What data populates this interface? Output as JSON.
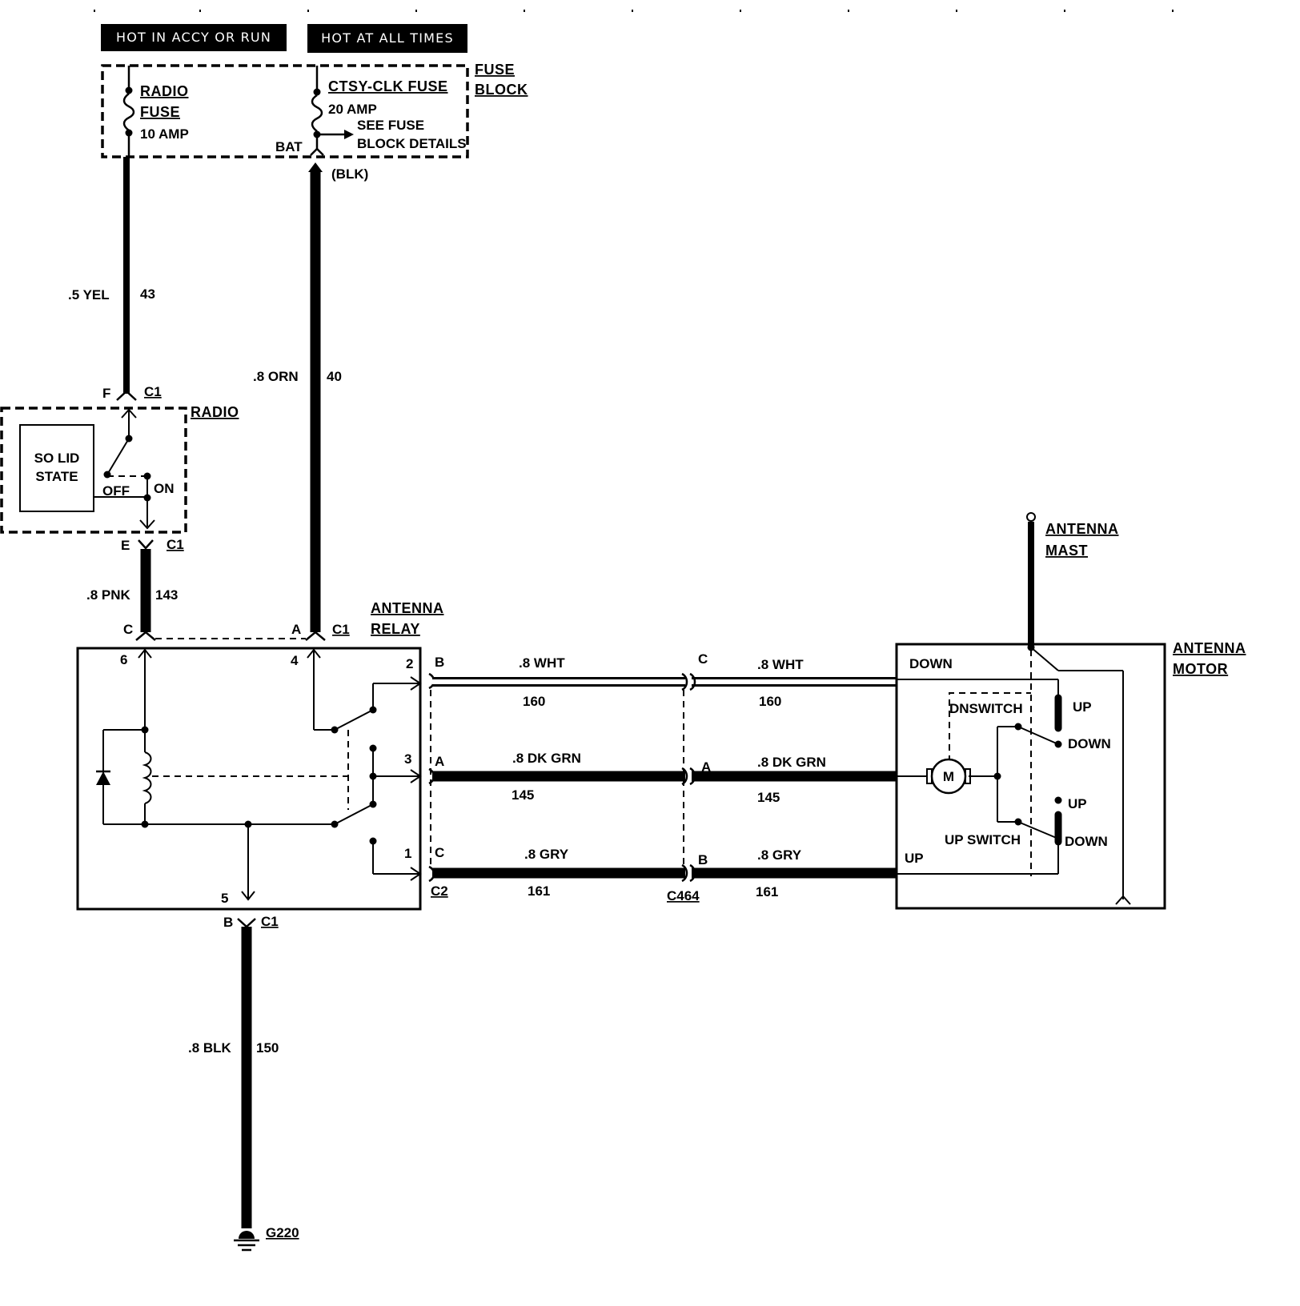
{
  "banners": {
    "accy_run": "HOT IN ACCY OR RUN",
    "all_times": "HOT AT ALL TIMES"
  },
  "fuse_block": {
    "label_line1": "FUSE",
    "label_line2": "BLOCK",
    "radio_fuse_line1": "RADIO",
    "radio_fuse_line2": "FUSE",
    "radio_fuse_rating": "10 AMP",
    "ctsy_fuse": "CTSY-CLK FUSE",
    "ctsy_rating": "20 AMP",
    "see_fuse_line1": "SEE FUSE",
    "see_fuse_line2": "BLOCK DETAILS",
    "bat": "BAT",
    "blk": "(BLK)"
  },
  "wires": {
    "yel": {
      "gauge_color": ".5 YEL",
      "circuit": "43"
    },
    "orn": {
      "gauge_color": ".8 ORN",
      "circuit": "40"
    },
    "pnk": {
      "gauge_color": ".8 PNK",
      "circuit": "143"
    },
    "blk": {
      "gauge_color": ".8 BLK",
      "circuit": "150"
    },
    "wht_left": {
      "gauge_color": ".8 WHT",
      "circuit": "160"
    },
    "wht_right": {
      "gauge_color": ".8 WHT",
      "circuit": "160"
    },
    "grn_left": {
      "gauge_color": ".8 DK GRN",
      "circuit": "145"
    },
    "grn_right": {
      "gauge_color": ".8 DK GRN",
      "circuit": "145"
    },
    "gry_left": {
      "gauge_color": ".8 GRY",
      "circuit": "161"
    },
    "gry_right": {
      "gauge_color": ".8 GRY",
      "circuit": "161"
    }
  },
  "radio": {
    "label": "RADIO",
    "solid_state_line1": "SO LID",
    "solid_state_line2": "STATE",
    "off": "OFF",
    "on": "ON",
    "pin_f": "F",
    "pin_e": "E",
    "conn_top": "C1",
    "conn_bottom": "C1"
  },
  "relay": {
    "label_line1": "ANTENNA",
    "label_line2": "RELAY",
    "pin_c": "C",
    "pin_a": "A",
    "pin_b": "B",
    "conn_c1": "C1",
    "conn_c1_bottom": "C1",
    "terminal_6": "6",
    "terminal_4": "4",
    "terminal_2": "2",
    "terminal_3": "3",
    "terminal_1": "1",
    "terminal_5": "5",
    "c2_pin_b": "B",
    "c2_pin_a": "A",
    "c2_pin_c": "C",
    "c2": "C2"
  },
  "c464": {
    "label": "C464",
    "pin_c": "C",
    "pin_a": "A",
    "pin_b": "B"
  },
  "motor": {
    "label_line1": "ANTENNA",
    "label_line2": "MOTOR",
    "mast_line1": "ANTENNA",
    "mast_line2": "MAST",
    "down": "DOWN",
    "up": "UP",
    "dnswitch": "DNSWITCH",
    "upswitch": "UP SWITCH",
    "sw1_up": "UP",
    "sw1_down": "DOWN",
    "sw2_up": "UP",
    "sw2_down": "DOWN",
    "m": "M"
  },
  "ground": {
    "label": "G220"
  }
}
